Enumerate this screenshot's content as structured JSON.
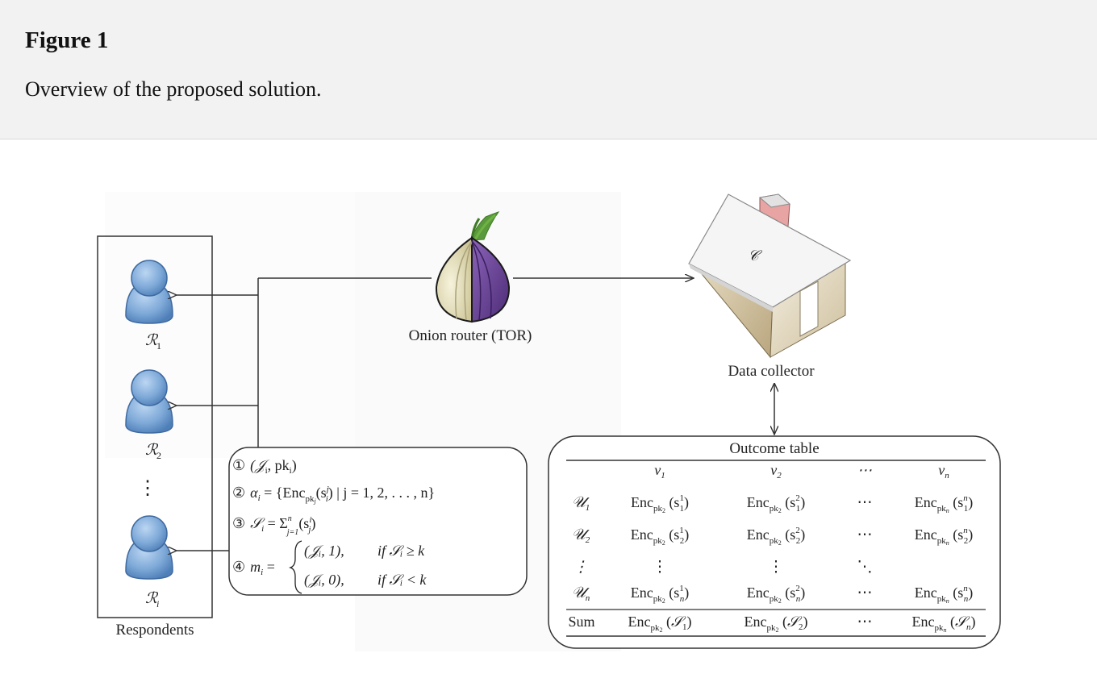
{
  "figure": {
    "title": "Figure 1",
    "caption": "Overview of the proposed solution."
  },
  "diagram": {
    "respondents_label": "Respondents",
    "respondents": [
      "ℛ",
      "ℛ",
      "ℛ"
    ],
    "respondent_subscripts": [
      "1",
      "2",
      "i"
    ],
    "ellipsis": "⋮",
    "tor_label": "Onion router (TOR)",
    "house_symbol": "𝒞",
    "collector_label": "Data collector",
    "steps": {
      "s1_num": "①",
      "s1_text": "(𝒥",
      "s1_sub": "i",
      "s1_rest": ", pk",
      "s1_sub2": "i",
      "s1_end": ")",
      "s2_num": "②",
      "s2_text": "α",
      "s2_sub": "i",
      "s2_rest": " = {Enc",
      "s2_sub2": "pk",
      "s2_sub3": "j",
      "s2_arg": "(s",
      "s2_argsup": "j",
      "s2_argsub": "i",
      "s2_end": ") | j = 1, 2, . . . , n}",
      "s3_num": "③",
      "s3_text": "𝒮",
      "s3_sub": "i",
      "s3_rest": " = Σ",
      "s3_sup": "n",
      "s3_lower": "j=1",
      "s3_arg": "(s",
      "s3_argsup": "i",
      "s3_argsub": "j",
      "s3_end": ")",
      "s4_num": "④",
      "s4_text": "m",
      "s4_sub": "i",
      "s4_rest": " =",
      "s4_case1": "(𝒥ᵢ, 1),",
      "s4_cond1": "if 𝒮ᵢ ≥ k",
      "s4_case2": "(𝒥ᵢ, 0),",
      "s4_cond2": "if 𝒮ᵢ < k"
    },
    "outcome_table": {
      "title": "Outcome table",
      "columns": [
        "v",
        "v",
        "⋯",
        "v"
      ],
      "column_subs": [
        "1",
        "2",
        "",
        "n"
      ],
      "row_labels": [
        "𝒰",
        "𝒰",
        "⋮",
        "𝒰"
      ],
      "row_subs": [
        "1",
        "2",
        "",
        "n"
      ],
      "enc_word": "Enc",
      "pk_word": "pk",
      "cells": [
        [
          {
            "pk": "2",
            "s_sup": "1",
            "s_sub": "1"
          },
          {
            "pk": "2",
            "s_sup": "2",
            "s_sub": "1"
          },
          {
            "dots": "⋯"
          },
          {
            "pk": "n",
            "s_sup": "n",
            "s_sub": "1"
          }
        ],
        [
          {
            "pk": "2",
            "s_sup": "1",
            "s_sub": "2"
          },
          {
            "pk": "2",
            "s_sup": "2",
            "s_sub": "2"
          },
          {
            "dots": "⋯"
          },
          {
            "pk": "n",
            "s_sup": "n",
            "s_sub": "2"
          }
        ],
        [
          {
            "dots": "⋮"
          },
          {
            "dots": "⋮"
          },
          {
            "dots": "⋱"
          },
          {
            "dots": ""
          }
        ],
        [
          {
            "pk": "2",
            "s_sup": "1",
            "s_sub": "n"
          },
          {
            "pk": "2",
            "s_sup": "2",
            "s_sub": "n"
          },
          {
            "dots": "⋯"
          },
          {
            "pk": "n",
            "s_sup": "n",
            "s_sub": "n"
          }
        ]
      ],
      "sum_label": "Sum",
      "sum_cells": [
        {
          "pk": "2",
          "sym": "𝒮",
          "sub": "1"
        },
        {
          "pk": "2",
          "sym": "𝒮",
          "sub": "2"
        },
        {
          "dots": "⋯"
        },
        {
          "pk": "n",
          "sym": "𝒮",
          "sub": "n"
        }
      ]
    }
  }
}
